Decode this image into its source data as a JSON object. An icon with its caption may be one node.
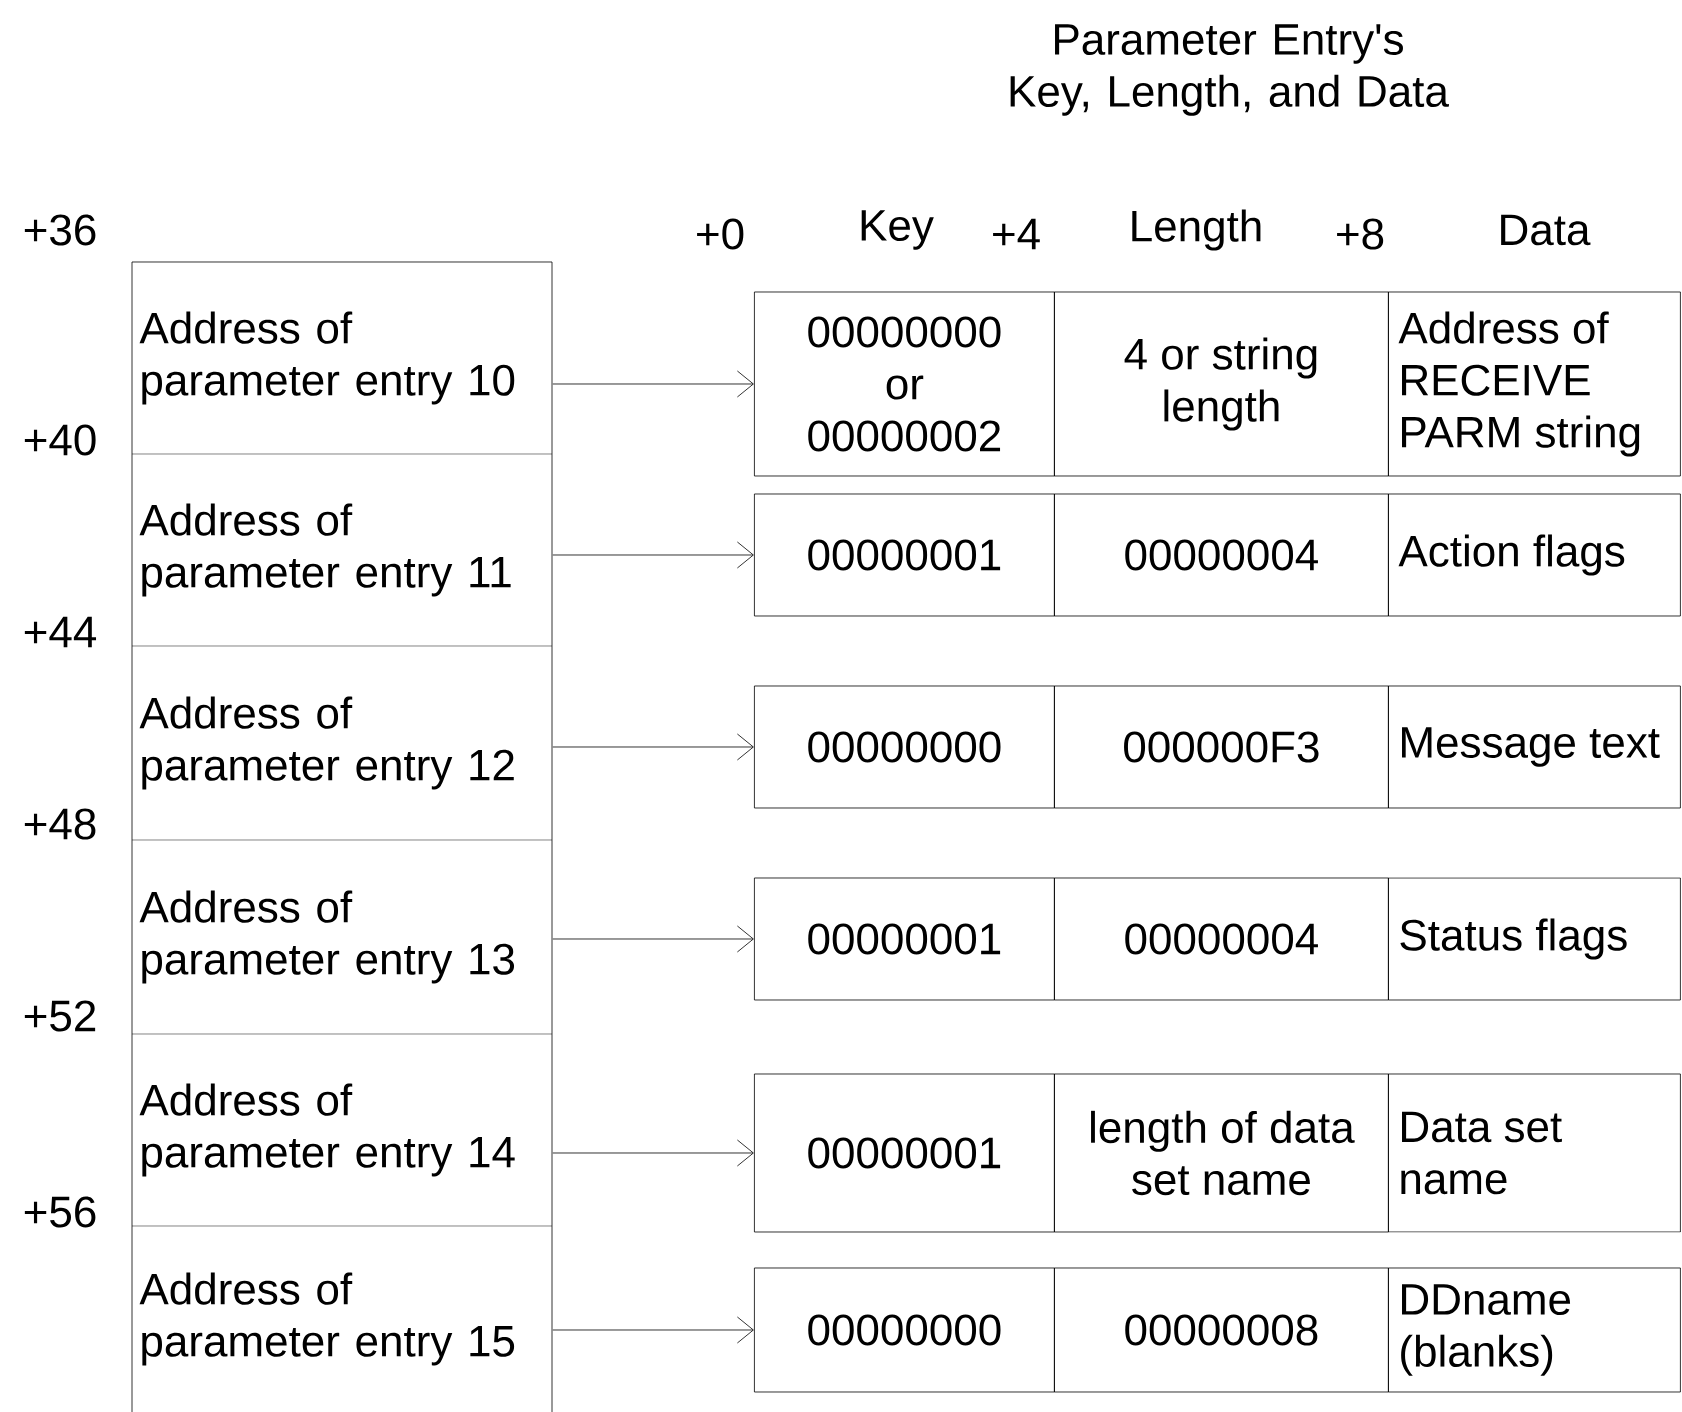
{
  "diagram": {
    "title": "Parameter Entry's Key, Length, and Data",
    "nodes": [
      {
        "text": [],
        "shape": "box"
      },
      {
        "text": [
          "Address of parameter entry 10"
        ],
        "in": 0
      },
      {
        "text": [
          "Address of parameter entry 11"
        ],
        "in": 0
      },
      {
        "text": [
          "Address of parameter entry 12"
        ],
        "in": 0
      },
      {
        "text": [
          "Address of parameter entry 13"
        ],
        "in": 0
      },
      {
        "text": [
          "Address of parameter entry 14"
        ],
        "in": 0
      },
      {
        "text": [
          "Address of parameter entry 15"
        ],
        "in": 0
      },
      {
        "text": [
          "00000000 or 00000002",
          "4 or string length",
          "Address of RECEIVE PARM string"
        ]
      },
      {
        "text": [
          "00000001",
          "00000004",
          "Action flags"
        ]
      },
      {
        "text": [
          "00000000",
          "000000F3",
          "Message text"
        ]
      },
      {
        "text": [
          "00000001",
          "00000004",
          "Status flags"
        ]
      },
      {
        "text": [
          "00000001",
          "length of data set name",
          "Data set name"
        ]
      },
      {
        "text": [
          "00000000",
          "00000008",
          "DDname (blanks)"
        ]
      }
    ],
    "edges": [
      {
        "from": 1,
        "to": 7,
        "arrow": "to"
      },
      {
        "from": 2,
        "to": 8,
        "arrow": "to"
      },
      {
        "from": 3,
        "to": 9,
        "arrow": "to"
      },
      {
        "from": 4,
        "to": 10,
        "arrow": "to"
      },
      {
        "from": 5,
        "to": 11,
        "arrow": "to"
      },
      {
        "from": 6,
        "to": 12,
        "arrow": "to"
      }
    ],
    "labels": [
      "+36",
      "+0",
      "Key",
      "+4",
      "Length",
      "+8",
      "Data",
      "+40",
      "+44",
      "+48",
      "+52",
      "+56"
    ]
  }
}
